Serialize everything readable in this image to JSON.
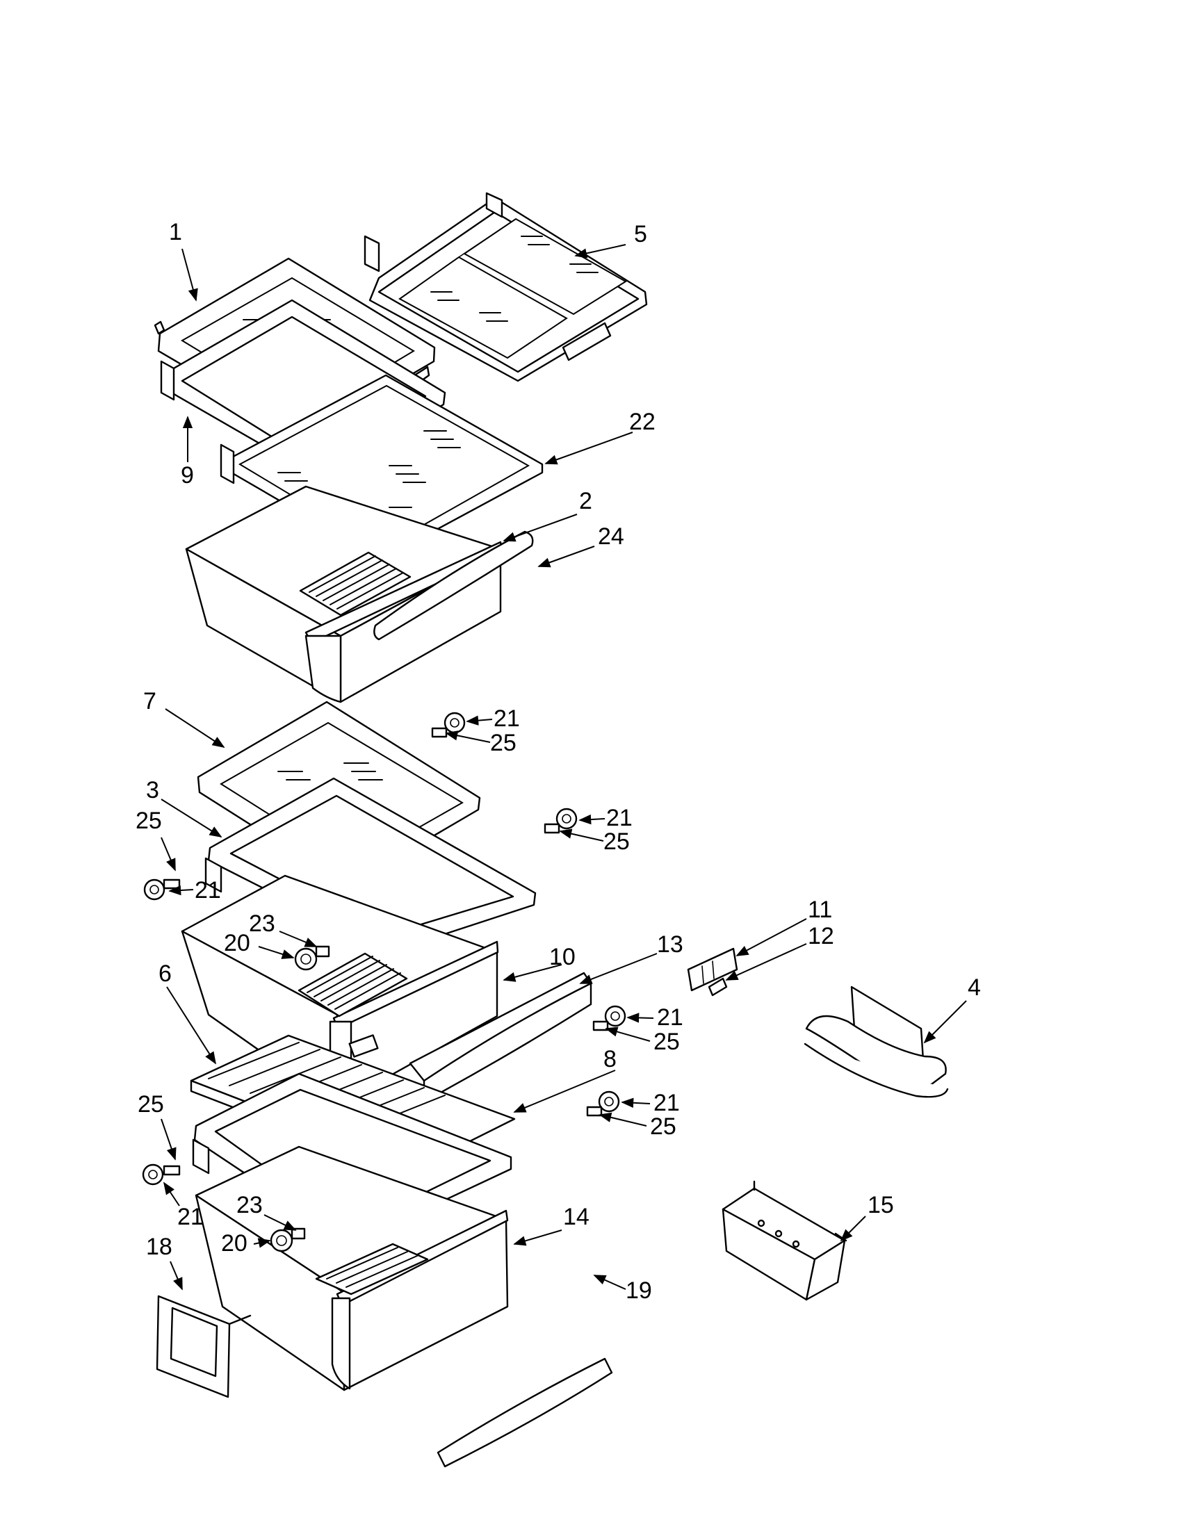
{
  "diagram": {
    "callouts": [
      {
        "id": "c1",
        "label": "1"
      },
      {
        "id": "c5",
        "label": "5"
      },
      {
        "id": "c22",
        "label": "22"
      },
      {
        "id": "c9",
        "label": "9"
      },
      {
        "id": "c2",
        "label": "2"
      },
      {
        "id": "c24",
        "label": "24"
      },
      {
        "id": "c7",
        "label": "7"
      },
      {
        "id": "c21a",
        "label": "21"
      },
      {
        "id": "c25a",
        "label": "25"
      },
      {
        "id": "c3",
        "label": "3"
      },
      {
        "id": "c21b",
        "label": "21"
      },
      {
        "id": "c25b",
        "label": "25"
      },
      {
        "id": "c25c",
        "label": "25"
      },
      {
        "id": "c21c",
        "label": "21"
      },
      {
        "id": "c23a",
        "label": "23"
      },
      {
        "id": "c20a",
        "label": "20"
      },
      {
        "id": "c11",
        "label": "11"
      },
      {
        "id": "c12",
        "label": "12"
      },
      {
        "id": "c13",
        "label": "13"
      },
      {
        "id": "c10",
        "label": "10"
      },
      {
        "id": "c4",
        "label": "4"
      },
      {
        "id": "c6",
        "label": "6"
      },
      {
        "id": "c21d",
        "label": "21"
      },
      {
        "id": "c25d",
        "label": "25"
      },
      {
        "id": "c8",
        "label": "8"
      },
      {
        "id": "c21e",
        "label": "21"
      },
      {
        "id": "c25e",
        "label": "25"
      },
      {
        "id": "c25f",
        "label": "25"
      },
      {
        "id": "c23b",
        "label": "23"
      },
      {
        "id": "c18",
        "label": "18"
      },
      {
        "id": "c21f",
        "label": "21"
      },
      {
        "id": "c20b",
        "label": "20"
      },
      {
        "id": "c14",
        "label": "14"
      },
      {
        "id": "c15",
        "label": "15"
      },
      {
        "id": "c19",
        "label": "19"
      }
    ]
  },
  "colors": {
    "line": "#000000",
    "background": "#ffffff"
  }
}
